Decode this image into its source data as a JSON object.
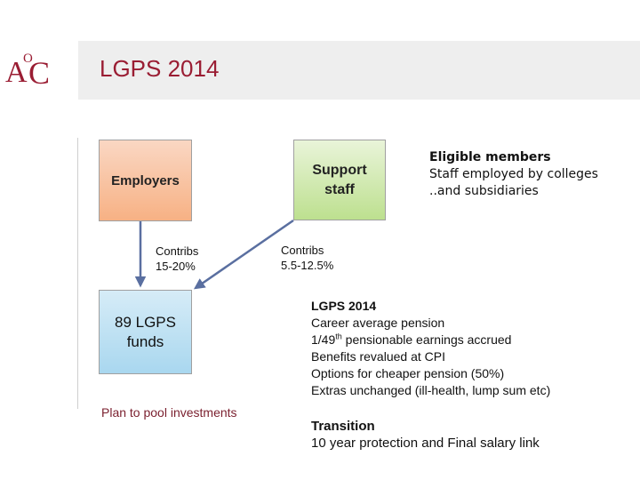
{
  "header": {
    "title": "LGPS 2014",
    "logo": {
      "icon": "aoc-logo",
      "text_a": "A",
      "text_o": "O",
      "text_c": "C",
      "color": "#9a1d33"
    }
  },
  "diagram": {
    "employers_label": "Employers",
    "support_line1": "Support",
    "support_line2": "staff",
    "funds_line1": "89 LGPS",
    "funds_line2": "funds",
    "contribs_employers_line1": "Contribs",
    "contribs_employers_line2": "15-20%",
    "contribs_support_line1": "Contribs",
    "contribs_support_line2": "5.5-12.5%",
    "pool_text": "Plan to pool investments"
  },
  "eligible": {
    "heading": "Eligible members",
    "line1": "Staff employed by colleges",
    "line2": "..and subsidiaries"
  },
  "lgps": {
    "heading": "LGPS 2014",
    "line1": "Career average pension",
    "line2_pre": "1/49",
    "line2_sup": "th",
    "line2_post": " pensionable earnings accrued",
    "line3": "Benefits revalued at CPI",
    "line4": "Options for cheaper pension (50%)",
    "line5": "Extras unchanged (ill-health, lump sum etc)"
  },
  "transition": {
    "heading": "Transition",
    "line1": "10 year protection and Final salary link"
  },
  "colors": {
    "accent": "#9a1d33",
    "employers_fill": "#f7b184",
    "support_fill": "#bde08f",
    "funds_fill": "#a9d7ef",
    "arrow": "#5a6fa0"
  }
}
